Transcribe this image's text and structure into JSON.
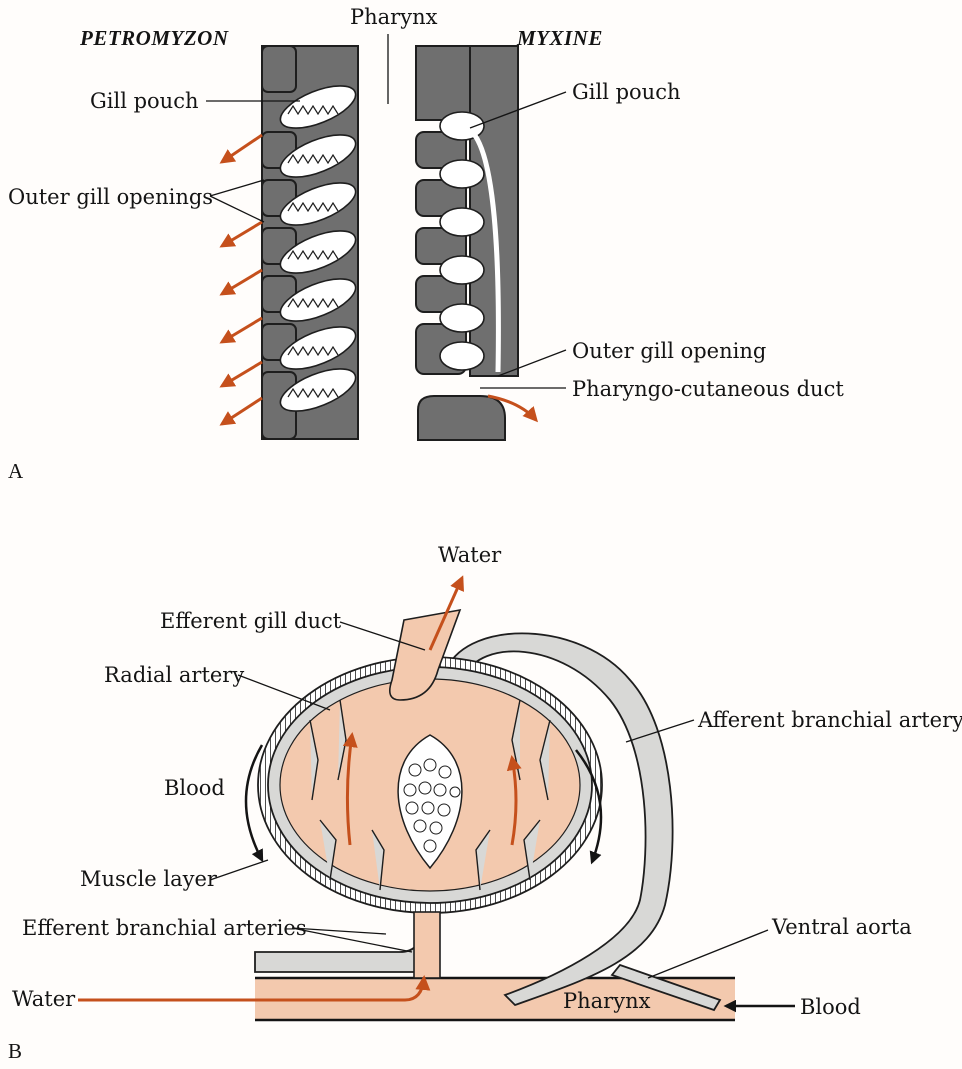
{
  "panel_a": {
    "label": "A",
    "left_title": "PETROMYZON",
    "right_title": "MYXINE",
    "pharynx": "Pharynx",
    "gill_pouch_left": "Gill pouch",
    "outer_gill_openings": "Outer gill openings",
    "gill_pouch_right": "Gill pouch",
    "outer_gill_opening": "Outer gill opening",
    "pharyngo_duct": "Pharyngo-cutaneous duct"
  },
  "panel_b": {
    "label": "B",
    "water_top": "Water",
    "efferent_gill_duct": "Efferent gill duct",
    "radial_artery": "Radial artery",
    "afferent_branchial_artery": "Afferent branchial artery",
    "blood_left": "Blood",
    "muscle_layer": "Muscle layer",
    "efferent_branchial_arteries": "Efferent branchial arteries",
    "ventral_aorta": "Ventral aorta",
    "water_bottom": "Water",
    "pharynx": "Pharynx",
    "blood_right": "Blood"
  },
  "colors": {
    "flow_arrow": "#c5501c",
    "tissue": "#6f6f6f",
    "water_fill": "#f3c9ae",
    "vessel": "#d8d8d6"
  }
}
